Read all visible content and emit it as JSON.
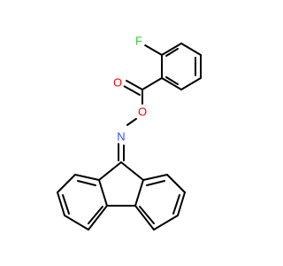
{
  "molecule": {
    "atoms": {
      "fluorine": {
        "symbol": "F",
        "color": "#33cc33"
      },
      "carbonyl_oxygen": {
        "symbol": "O",
        "color": "#ff0000"
      },
      "ester_oxygen": {
        "symbol": "O",
        "color": "#ff0000"
      },
      "imine_nitrogen": {
        "symbol": "N",
        "color": "#3050f8"
      }
    }
  }
}
